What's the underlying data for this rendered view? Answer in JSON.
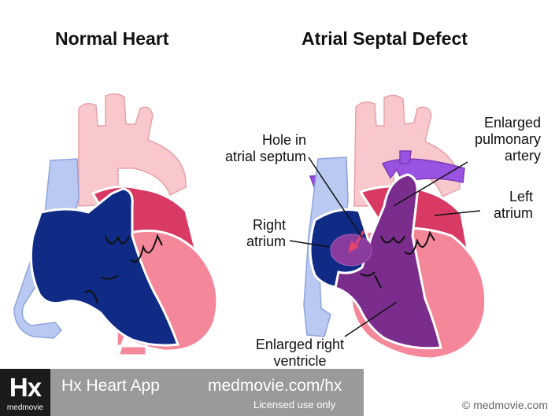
{
  "titles": {
    "normal": "Normal Heart",
    "asd": "Atrial Septal Defect"
  },
  "labels": {
    "hole": "Hole in\natrial septum",
    "right_atrium": "Right\natrium",
    "pulmonary": "Enlarged\npulmonary\nartery",
    "left_atrium": "Left\natrium",
    "right_ventricle": "Enlarged right\nventricle"
  },
  "footer": {
    "logo_mark": "Hx",
    "logo_sub": "medmovie",
    "app_name": "Hx Heart App",
    "site": "medmovie.com/hx",
    "license": "Licensed use only"
  },
  "copyright": "© medmovie.com",
  "colors": {
    "aorta": "#f8c8cc",
    "vein": "#b9c9f2",
    "ventricle": "#f4879a",
    "left_atrium": "#d93a64",
    "right_heart_normal": "#0f2b86",
    "right_heart_enlarged": "#7b2d8e",
    "pulmonary_enlarged": "#9a52e0",
    "footer": "#9a9a9a"
  }
}
